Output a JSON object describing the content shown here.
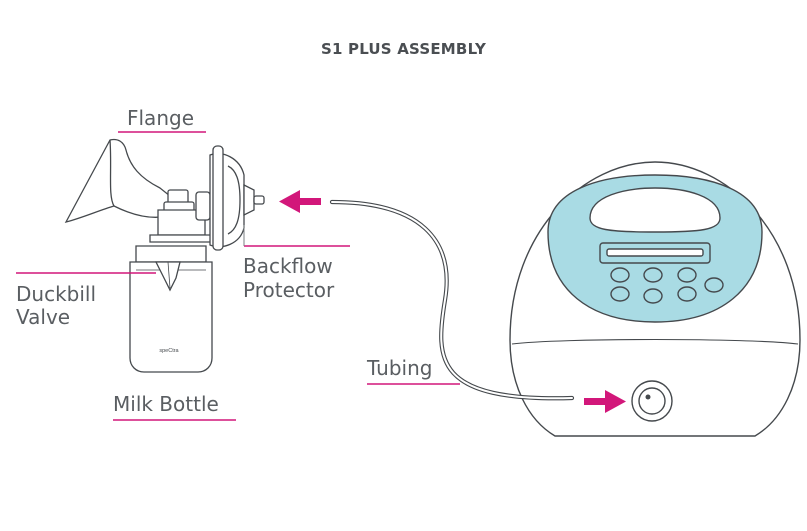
{
  "title": "S1 PLUS ASSEMBLY",
  "labels": {
    "flange": "Flange",
    "backflow_line1": "Backflow",
    "backflow_line2": "Protector",
    "duckbill_line1": "Duckbill",
    "duckbill_line2": "Valve",
    "milk_bottle": "Milk Bottle",
    "tubing": "Tubing"
  },
  "bottle_logo": "speCtra",
  "colors": {
    "accent": "#d2177a",
    "outline": "#45494d",
    "display": "#a9dbe4",
    "line_gray": "#7b7f83"
  },
  "icons": [
    "arrow-right-icon",
    "arrow-left-icon"
  ]
}
